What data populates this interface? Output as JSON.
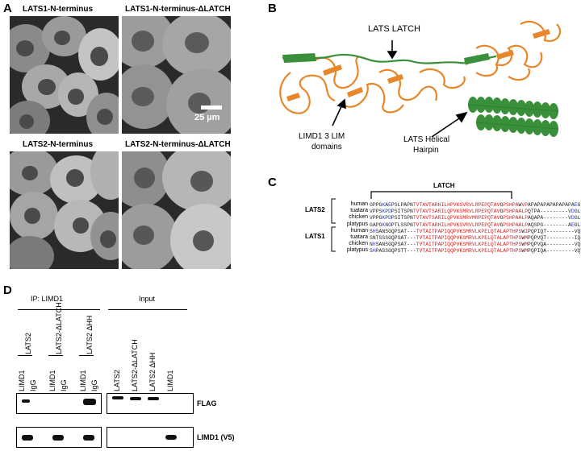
{
  "panels": {
    "a": {
      "letter": "A",
      "images": [
        {
          "title": "LATS1-N-terminus"
        },
        {
          "title": "LATS1-N-terminus-ΔLATCH",
          "scale": "25 µm"
        },
        {
          "title": "LATS2-N-terminus"
        },
        {
          "title": "LATS2-N-terminus-ΔLATCH"
        }
      ]
    },
    "b": {
      "letter": "B",
      "labels": {
        "latch": "LATS LATCH",
        "lim_line1": "LIMD1 3 LIM",
        "lim_line2": "domains",
        "hairpin_line1": "LATS Helical",
        "hairpin_line2": "Hairpin"
      },
      "colors": {
        "limd1": "#e8862a",
        "lats": "#3a8f3a"
      }
    },
    "c": {
      "letter": "C",
      "header": "LATCH",
      "groups": [
        "LATS2",
        "LATS1"
      ],
      "rows": [
        {
          "species": "human",
          "seq": "GPPGKAEPSLPAPNTVTAVTARHILHPVKSVRVLRPEPQTAVGPSHPAWVPAPAPAPAPAPAPAPAEGLDAKEEH"
        },
        {
          "species": "tuatara",
          "seq": "VPPSKPDPSITSPNTVTAVTSARILQPVKSMRVLRPEPQTAVGPSHPAALPQTPA---------VDGLEIIEQH"
        },
        {
          "species": "chicken",
          "seq": "VPPGKPDPSITSPNTVTAVTSARILQPVKSMRVMRPEPQTAVGPSHPAALPAQAPA--------VDGLEIIEQH"
        },
        {
          "species": "platypus",
          "seq": "GAPGKNDPTLSSPNTVTAVTARHILHPVKSVRVLRPEPQTAVGPSHPAALPAQSPG--------AEGLDAMEPH"
        },
        {
          "species": "human",
          "seq": "SHSANSGQPSAT---TVTAITPAPIQQPVKSMRVLKPELQTALAPTHPSWIPQPIQT---------VQPSPFPEGT"
        },
        {
          "species": "tuatara",
          "seq": "SNTSSSGQPSAT---TVTAITPAPIQQPVKSMRVLKPELQTALAPTHPSWMPQPVQT---------IQPIPFSEGP"
        },
        {
          "species": "chicken",
          "seq": "NHSANSGQPSAT---TVTAITPAPIQQPVKSMRVLKPELQTALAPTHPSWMPQPVQA---------VQPIPFSEGP"
        },
        {
          "species": "platypus",
          "seq": "SHPASSGQPSTT---TVTAITPAPIQQPVKSMRVLKPELQTALAPTHPSWMPQPIQA---------VQVIPFSEGP"
        }
      ]
    },
    "d": {
      "letter": "D",
      "ip_header": "IP: LIMD1",
      "input_header": "Input",
      "ip_constructs": [
        "LATS2",
        "LATS2-ΔLATCH",
        "LATS2 ΔHH"
      ],
      "ip_lanes": [
        "LIMD1",
        "IgG",
        "LIMD1",
        "IgG",
        "LIMD1",
        "IgG"
      ],
      "input_lanes": [
        "LATS2",
        "LATS2-ΔLATCH",
        "LATS2 ΔHH",
        "LIMD1"
      ],
      "blot_labels": [
        "FLAG",
        "LIMD1 (V5)"
      ]
    }
  }
}
